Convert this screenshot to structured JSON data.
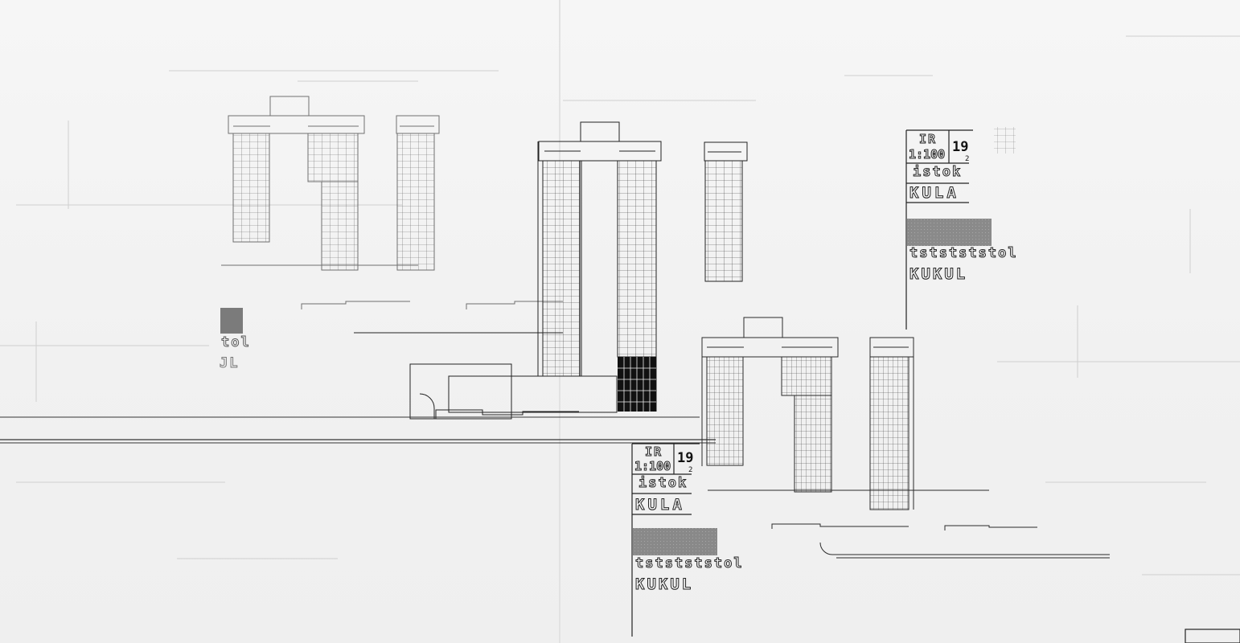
{
  "title_block_main": {
    "logo": "IR",
    "scale": "1:100",
    "sheet_no": "19",
    "sheet_no_suffix": "2",
    "side": "istok",
    "name": "KULA",
    "repeat_side": "tststststol",
    "repeat_name": "KUKUL"
  },
  "title_block_fragment": {
    "side": "tol",
    "name": "JL"
  },
  "colors": {
    "line": "#222222",
    "paper": "#f4f4f4",
    "hatch": "#555555"
  }
}
